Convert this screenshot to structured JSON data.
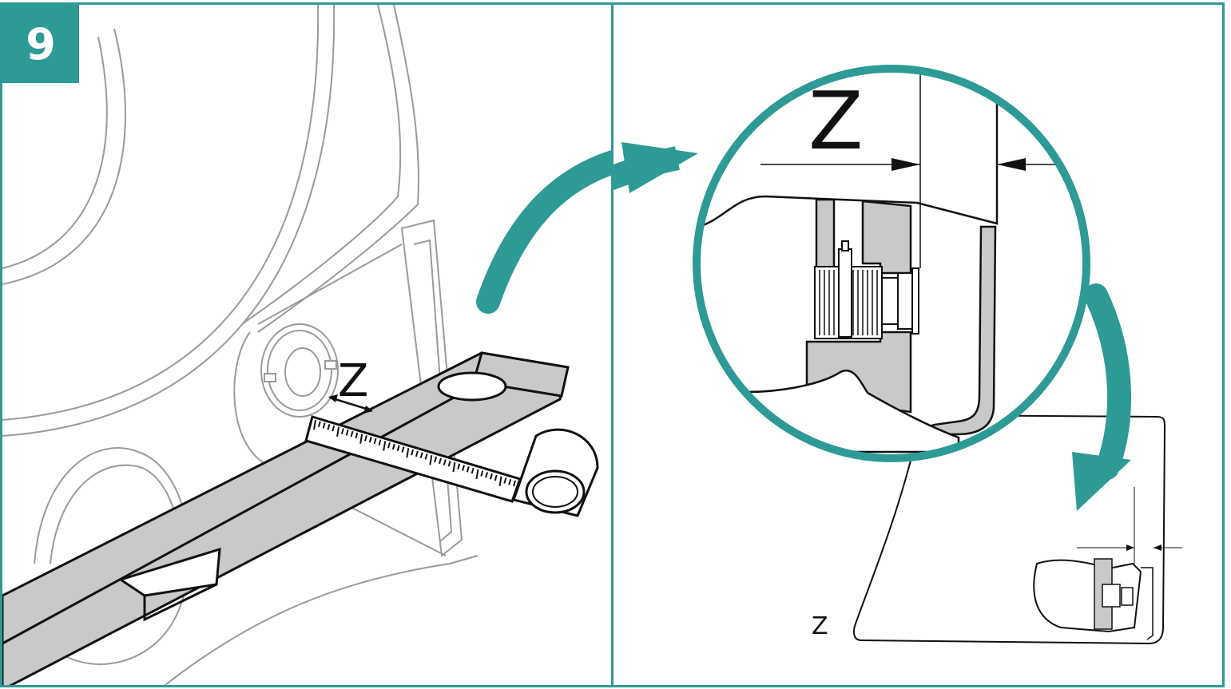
{
  "step": {
    "number": "9"
  },
  "labels": {
    "left_measure": "Z",
    "zoom_measure": "Z",
    "inset_measure": "Z"
  },
  "colors": {
    "accent": "#2e9a96",
    "part_gray": "#c9c9c9",
    "line": "#111111",
    "ghost_line": "#9a9a9a"
  },
  "icons": {
    "zoom_in": "curved-arrow-right-icon",
    "zoom_out": "curved-arrow-down-icon"
  }
}
